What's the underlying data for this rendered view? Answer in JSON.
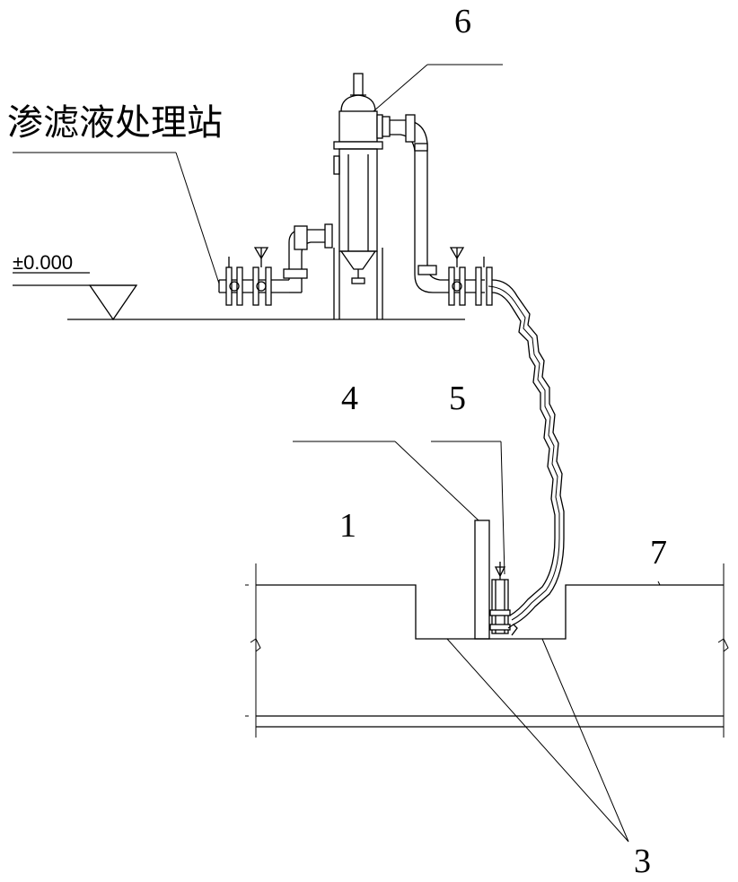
{
  "labels": {
    "station": "渗滤液处理站",
    "elevation": "±0.000",
    "callout_1": "1",
    "callout_3": "3",
    "callout_4": "4",
    "callout_5": "5",
    "callout_6": "6",
    "callout_7": "7"
  }
}
